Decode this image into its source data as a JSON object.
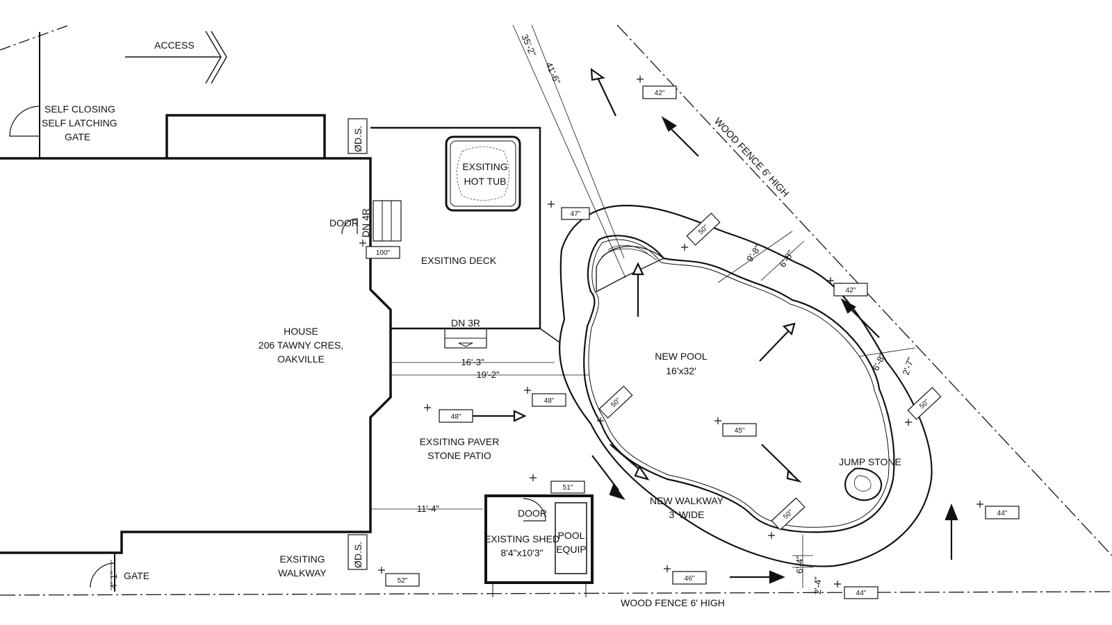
{
  "labels": {
    "access": "ACCESS",
    "gate_self": [
      "SELF CLOSING",
      "SELF LATCHING",
      "GATE"
    ],
    "ds_top": "ØD.S.",
    "ds_bottom": "ØD.S.",
    "door_house": "DOOR",
    "dn4r": "DN 4R",
    "hot_tub": [
      "EXSITING",
      "HOT TUB"
    ],
    "deck": "EXSITING DECK",
    "dn3r": "DN 3R",
    "house": [
      "HOUSE",
      "206 TAWNY CRES,",
      "OAKVILLE"
    ],
    "patio": [
      "EXSITING PAVER",
      "STONE PATIO"
    ],
    "pool": [
      "NEW POOL",
      "16'x32'"
    ],
    "walkway_new": [
      "NEW WALKWAY",
      "3' WIDE"
    ],
    "jump_stone": "JUMP STONE",
    "shed_door": "DOOR",
    "shed": [
      "EXISTING SHED",
      "8'4\"x10'3\""
    ],
    "pool_equip": [
      "POOL",
      "EQUIP"
    ],
    "walkway_existing": [
      "EXSITING",
      "WALKWAY"
    ],
    "gate": "GATE",
    "fence_bottom": "WOOD FENCE 6' HIGH",
    "fence_diag": "WOOD FENCE 6' HIGH"
  },
  "dimensions": {
    "d35_2": "35'-2\"",
    "d41_6": "41'-6\"",
    "d9_8": "9'-8\"",
    "d6_8a": "6'-8\"",
    "d6_8b": "6'-8\"",
    "d2_7": "2'-7\"",
    "d16_3": "16'-3\"",
    "d19_2": "19'-2\"",
    "d11_4": "11'-4\"",
    "d6_4": "6'-4\"",
    "d2_4": "2'-4\"",
    "d4_1": "4'-1\""
  },
  "elevations": {
    "e42_top": "42\"",
    "e47": "47\"",
    "e100": "100\"",
    "e50_top": "50\"",
    "e42_right": "42\"",
    "e48_patio": "48\"",
    "e48_b": "48\"",
    "e50_left": "50\"",
    "e45": "45\"",
    "e50_right": "50\"",
    "e51": "51\"",
    "e50_bottom": "50\"",
    "e44_right": "44\"",
    "e46": "46\"",
    "e44_bottom": "44\"",
    "e52": "52\""
  },
  "colors": {
    "ink": "#111111",
    "paper": "#ffffff"
  }
}
